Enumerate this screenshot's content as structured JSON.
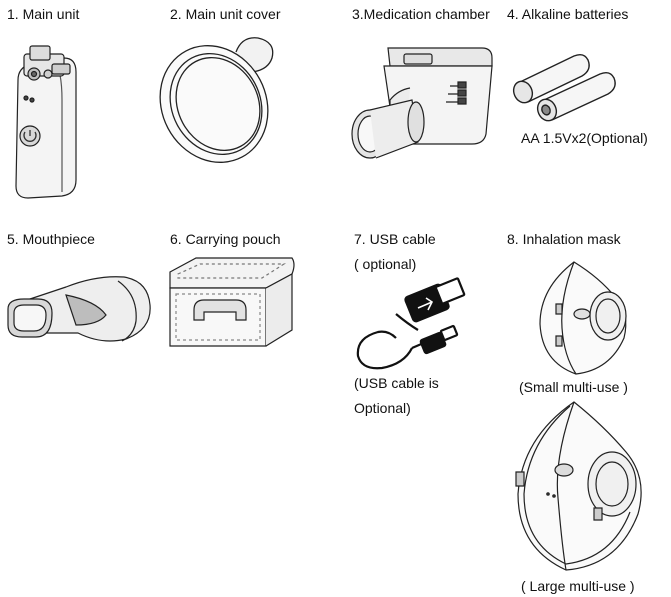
{
  "items": [
    {
      "label": "1. Main unit"
    },
    {
      "label": "2. Main unit cover"
    },
    {
      "label": "3.Medication chamber"
    },
    {
      "label": "4. Alkaline batteries",
      "note": "AA 1.5Vx2(Optional)"
    },
    {
      "label": "5. Mouthpiece"
    },
    {
      "label": "6. Carrying pouch"
    },
    {
      "label": "7. USB cable",
      "sublabel": "( optional)",
      "note_line1": "(USB cable is",
      "note_line2": "Optional)"
    },
    {
      "label": "8. Inhalation mask",
      "small_caption": "(Small multi-use )",
      "large_caption": "( Large multi-use )"
    }
  ]
}
